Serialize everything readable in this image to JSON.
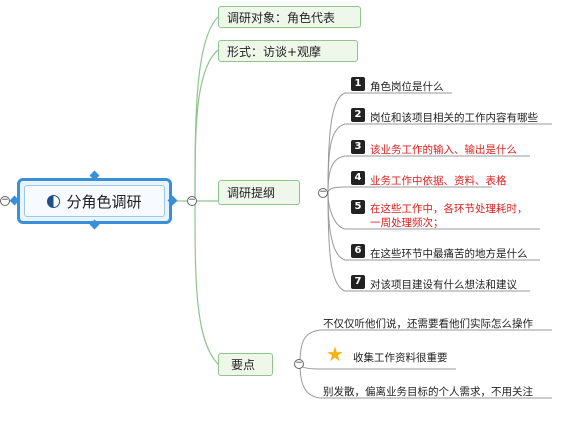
{
  "central": {
    "label": "分角色调研",
    "icon": "half-circle-icon"
  },
  "branches": {
    "object": "调研对象：角色代表",
    "format": "形式：访谈+观摩",
    "outline": "调研提纲",
    "points": "要点"
  },
  "outline_items": [
    {
      "num": "1",
      "text": "角色岗位是什么",
      "color": "#222222"
    },
    {
      "num": "2",
      "text": "岗位和该项目相关的工作内容有哪些",
      "color": "#222222"
    },
    {
      "num": "3",
      "text": "该业务工作的输入、输出是什么",
      "color": "#e02020"
    },
    {
      "num": "4",
      "text": "业务工作中依据、资料、表格",
      "color": "#e02020"
    },
    {
      "num": "5",
      "text": "在这些工作中，各环节处理耗时，",
      "text2": "一周处理频次；",
      "color": "#e02020"
    },
    {
      "num": "6",
      "text": "在这些环节中最痛苦的地方是什么",
      "color": "#222222"
    },
    {
      "num": "7",
      "text": "对该项目建设有什么想法和建议",
      "color": "#222222"
    }
  ],
  "points_items": [
    {
      "text": "不仅仅听他们说，还需要看他们实际怎么操作"
    },
    {
      "text": "收集工作资料很重要",
      "icon": "star-icon"
    },
    {
      "text": "别发散，偏离业务目标的个人需求，不用关注"
    }
  ],
  "toggle_symbol": "−"
}
